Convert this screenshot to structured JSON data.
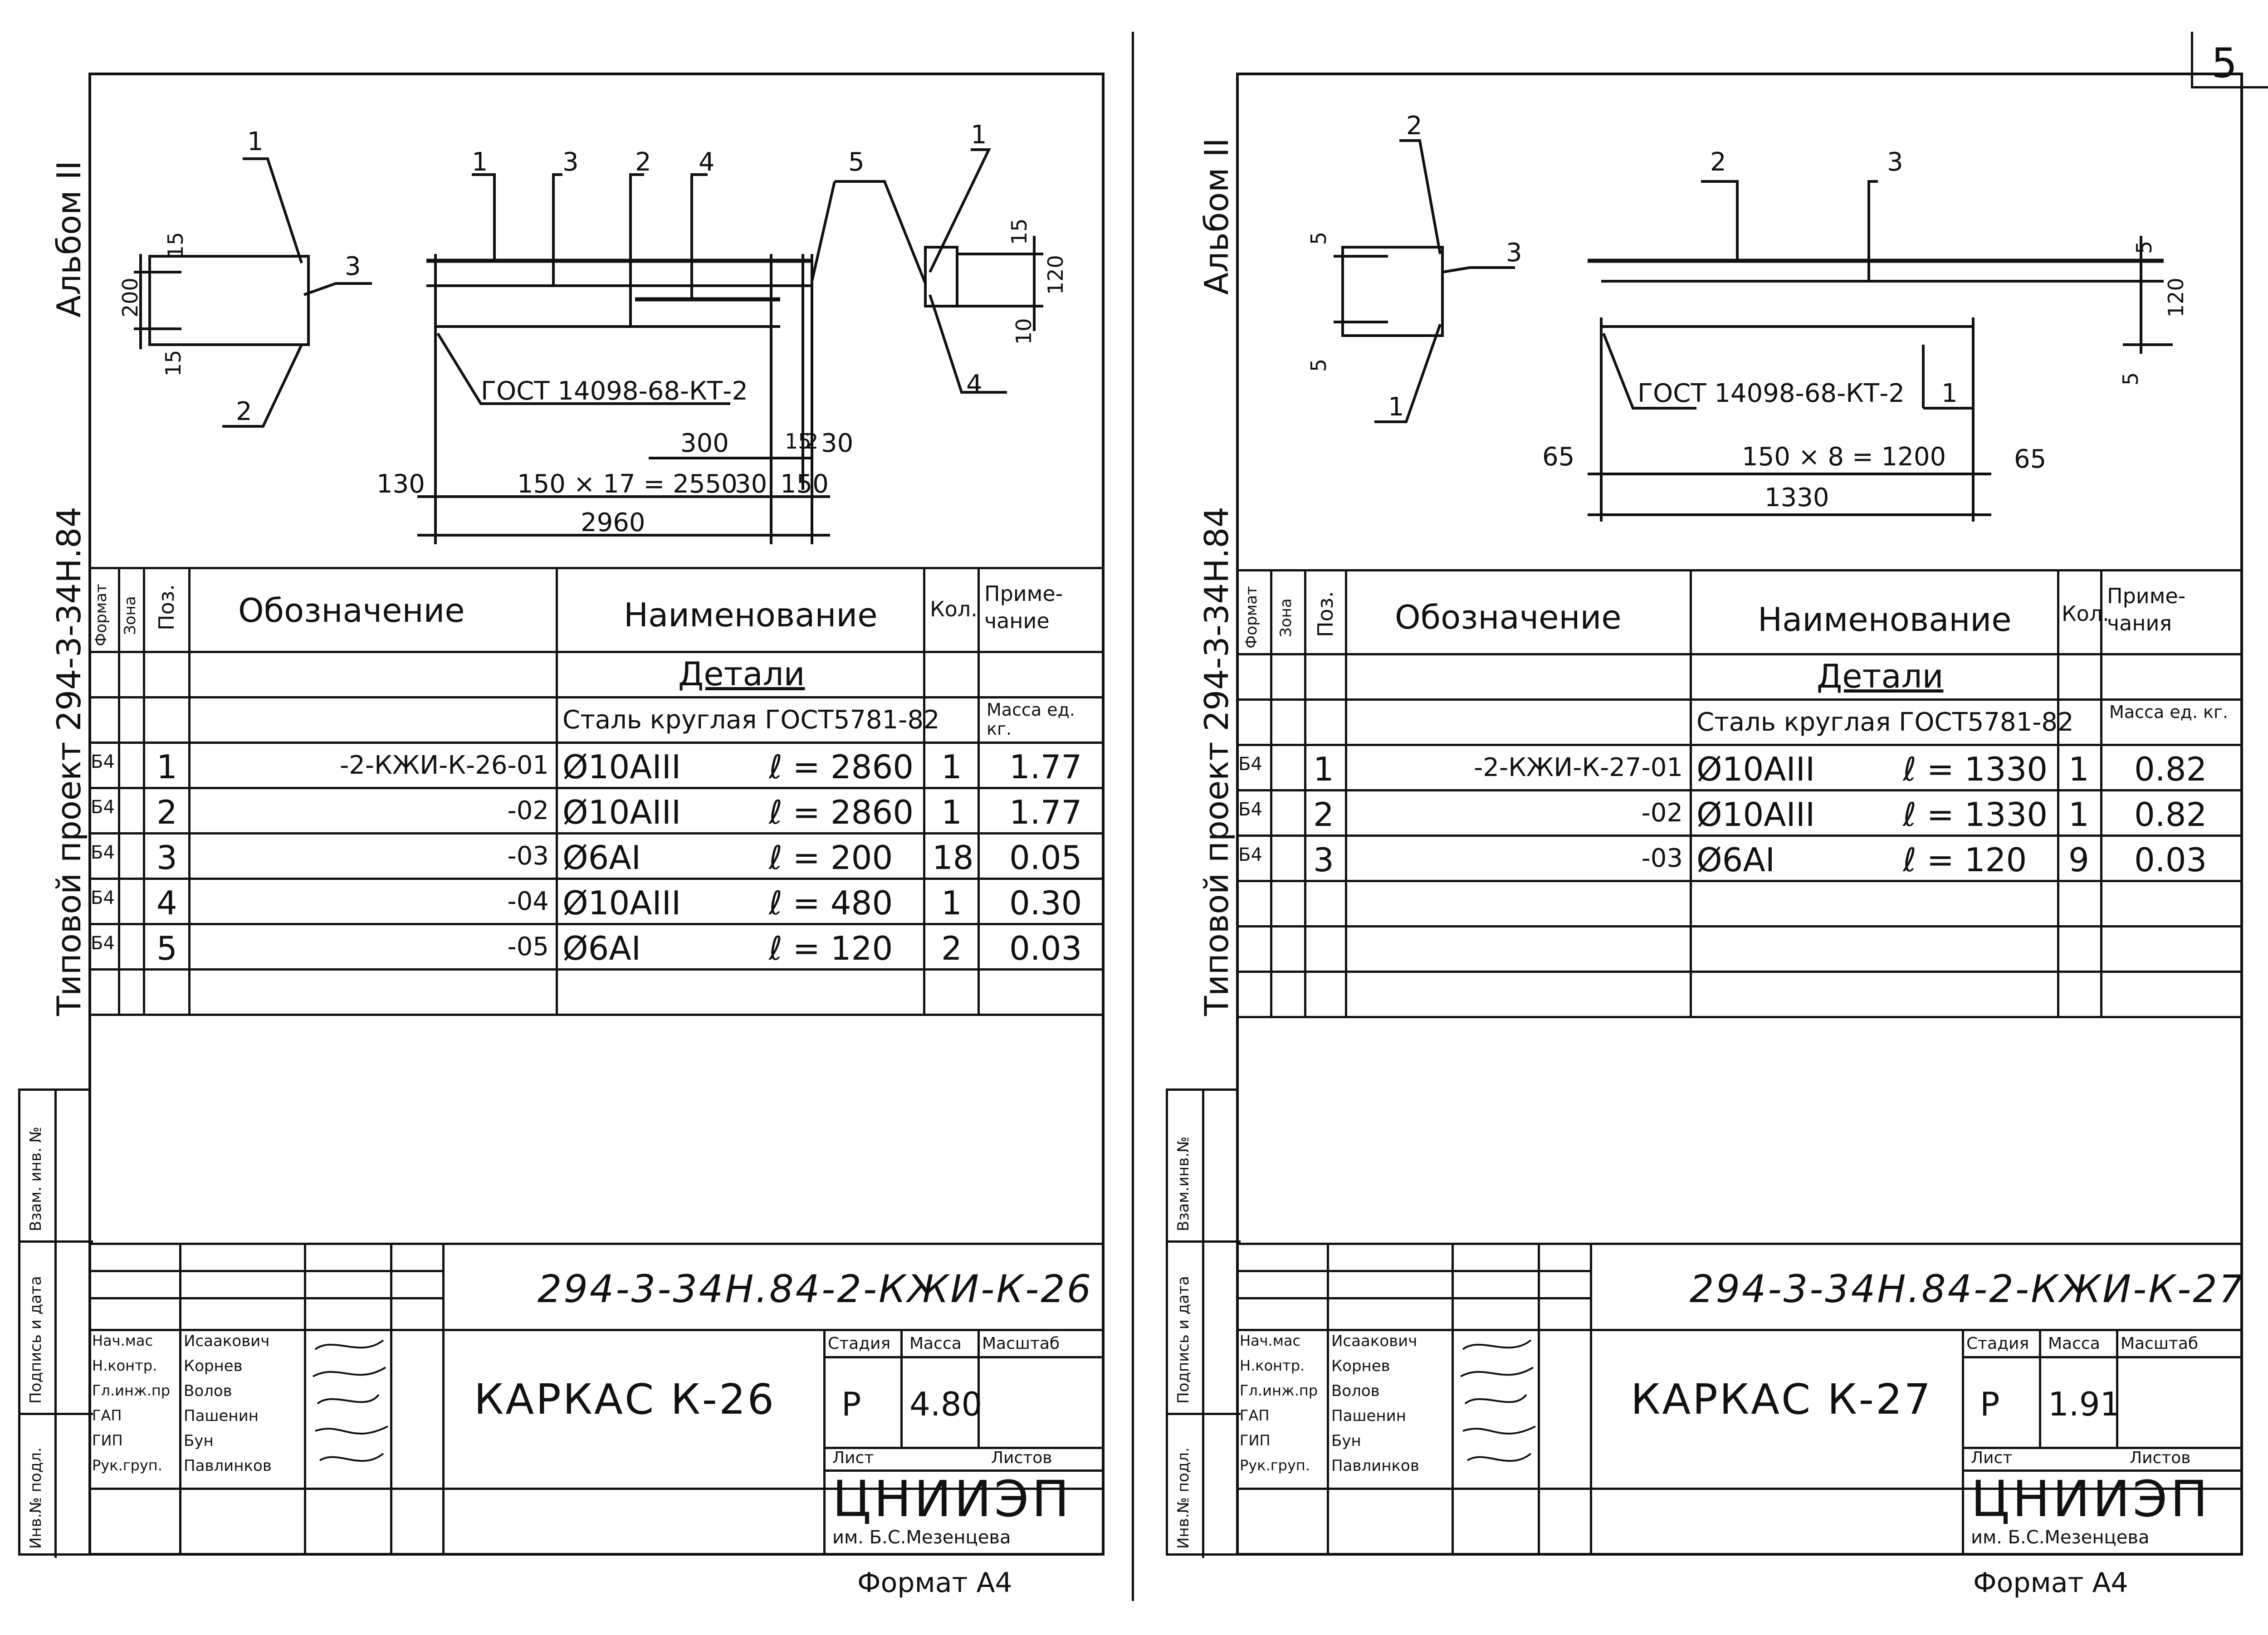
{
  "page_number": "5",
  "sheets": [
    {
      "album": "Альбом II",
      "project_side": "Типовой проект 294-3-34Н.84",
      "dims": {
        "p1": "1",
        "p2": "2",
        "p3": "3",
        "p4": "4",
        "p5": "5",
        "top_labels": [
          "1",
          "3",
          "2",
          "4",
          "5",
          "1"
        ],
        "d15a": "15",
        "d200": "200",
        "d15b": "15",
        "d15c": "15",
        "d120": "120",
        "d10": "10",
        "gost": "ГОСТ 14098-68-КТ-2",
        "d300": "300",
        "d15_2": "15",
        "d2": "2",
        "d30a": "30",
        "d130": "130",
        "span": "150 × 17 = 2550",
        "d30b": "30",
        "d150": "150",
        "total": "2960"
      },
      "spec": {
        "headers": [
          "Формат",
          "Зона",
          "Поз.",
          "Обозначение",
          "Наименование",
          "Кол.",
          "Приме-чание"
        ],
        "section": "Детали",
        "material": "Сталь круглая ГОСТ5781-82",
        "note_head": "Масса ед. кг.",
        "rows": [
          {
            "fmt": "Б4",
            "pos": "1",
            "code": "-2-КЖИ-К-26-01",
            "name": "Ø10АIII",
            "len": "ℓ = 2860",
            "qty": "1",
            "mass": "1.77"
          },
          {
            "fmt": "Б4",
            "pos": "2",
            "code": "-02",
            "name": "Ø10АIII",
            "len": "ℓ = 2860",
            "qty": "1",
            "mass": "1.77"
          },
          {
            "fmt": "Б4",
            "pos": "3",
            "code": "-03",
            "name": "Ø6АI",
            "len": "ℓ = 200",
            "qty": "18",
            "mass": "0.05"
          },
          {
            "fmt": "Б4",
            "pos": "4",
            "code": "-04",
            "name": "Ø10АIII",
            "len": "ℓ = 480",
            "qty": "1",
            "mass": "0.30"
          },
          {
            "fmt": "Б4",
            "pos": "5",
            "code": "-05",
            "name": "Ø6АI",
            "len": "ℓ = 120",
            "qty": "2",
            "mass": "0.03"
          }
        ]
      },
      "side_stamp": [
        "Инв.№ подл.",
        "Подпись и дата",
        "Взам. инв. №"
      ],
      "stamp": {
        "doc_code": "294-3-34Н.84-2-КЖИ-К-26",
        "title": "КАРКАС К-26",
        "stage_head": "Стадия",
        "mass_head": "Масса",
        "scale_head": "Масштаб",
        "stage": "Р",
        "mass": "4.80",
        "sheet_head": "Лист",
        "sheets_head": "Листов",
        "org": "ЦНИИЭП",
        "org_sub": "им. Б.С.Мезенцева",
        "people": [
          {
            "role": "Нач.мас",
            "name": "Исаакович"
          },
          {
            "role": "Н.контр.",
            "name": "Корнев"
          },
          {
            "role": "Гл.инж.пр",
            "name": "Волов"
          },
          {
            "role": "ГАП",
            "name": "Пашенин"
          },
          {
            "role": "ГИП",
            "name": "Бун"
          },
          {
            "role": "Рук.груп.",
            "name": "Павлинков"
          }
        ]
      },
      "format": "Формат А4"
    },
    {
      "album": "Альбом II",
      "project_side": "Типовой проект 294-3-34Н.84",
      "dims": {
        "top_labels": [
          "2",
          "2",
          "3"
        ],
        "p3": "3",
        "p1": "1",
        "d5a": "5",
        "d5b": "5",
        "d5c": "5",
        "d5d": "5",
        "d120": "120",
        "gost": "ГОСТ 14098-68-КТ-2",
        "p1b": "1",
        "d65a": "65",
        "span": "150 × 8 = 1200",
        "d65b": "65",
        "total": "1330"
      },
      "spec": {
        "headers": [
          "Формат",
          "Зона",
          "Поз.",
          "Обозначение",
          "Наименование",
          "Кол.",
          "Приме-чания"
        ],
        "section": "Детали",
        "material": "Сталь круглая ГОСТ5781-82",
        "note_head": "Масса ед. кг.",
        "rows": [
          {
            "fmt": "Б4",
            "pos": "1",
            "code": "-2-КЖИ-К-27-01",
            "name": "Ø10АIII",
            "len": "ℓ = 1330",
            "qty": "1",
            "mass": "0.82"
          },
          {
            "fmt": "Б4",
            "pos": "2",
            "code": "-02",
            "name": "Ø10АIII",
            "len": "ℓ = 1330",
            "qty": "1",
            "mass": "0.82"
          },
          {
            "fmt": "Б4",
            "pos": "3",
            "code": "-03",
            "name": "Ø6АI",
            "len": "ℓ = 120",
            "qty": "9",
            "mass": "0.03"
          }
        ]
      },
      "side_stamp": [
        "Инв.№ подл.",
        "Подпись и дата",
        "Взам.инв.№"
      ],
      "stamp": {
        "doc_code": "294-3-34Н.84-2-КЖИ-К-27",
        "title": "КАРКАС К-27",
        "stage_head": "Стадия",
        "mass_head": "Масса",
        "scale_head": "Масштаб",
        "stage": "Р",
        "mass": "1.91",
        "sheet_head": "Лист",
        "sheets_head": "Листов",
        "org": "ЦНИИЭП",
        "org_sub": "им. Б.С.Мезенцева",
        "people": [
          {
            "role": "Нач.мас",
            "name": "Исаакович"
          },
          {
            "role": "Н.контр.",
            "name": "Корнев"
          },
          {
            "role": "Гл.инж.пр",
            "name": "Волов"
          },
          {
            "role": "ГАП",
            "name": "Пашенин"
          },
          {
            "role": "ГИП",
            "name": "Бун"
          },
          {
            "role": "Рук.груп.",
            "name": "Павлинков"
          }
        ]
      },
      "format": "Формат А4"
    }
  ]
}
